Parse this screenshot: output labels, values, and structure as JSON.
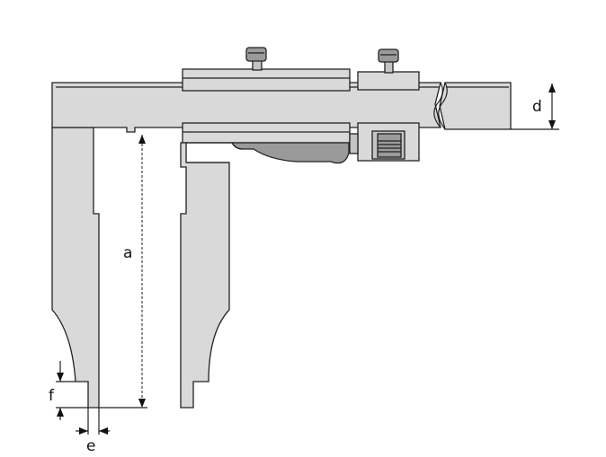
{
  "dimensions": {
    "a": "a",
    "d": "d",
    "e": "e",
    "f": "f"
  }
}
